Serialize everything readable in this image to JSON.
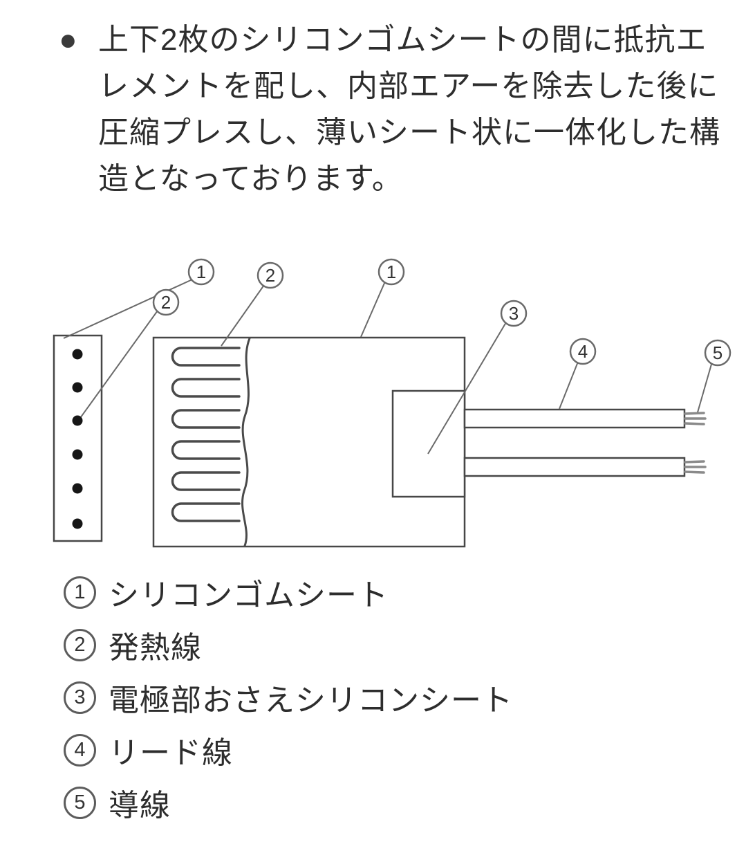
{
  "intro": {
    "bullet": "●",
    "lines": [
      "上下2枚のシリコンゴムシートの間に抵抗エ",
      "レメントを配し、内部エアーを除去した後に",
      "圧縮プレスし、薄いシート状に一体化した構",
      "造となっております。"
    ]
  },
  "diagram": {
    "callouts": [
      "1",
      "2",
      "2",
      "1",
      "3",
      "4",
      "5"
    ]
  },
  "legend": {
    "items": [
      {
        "num": "1",
        "label": "シリコンゴムシート"
      },
      {
        "num": "2",
        "label": "発熱線"
      },
      {
        "num": "3",
        "label": "電極部おさえシリコンシート"
      },
      {
        "num": "4",
        "label": "リード線"
      },
      {
        "num": "5",
        "label": "導線"
      }
    ]
  }
}
